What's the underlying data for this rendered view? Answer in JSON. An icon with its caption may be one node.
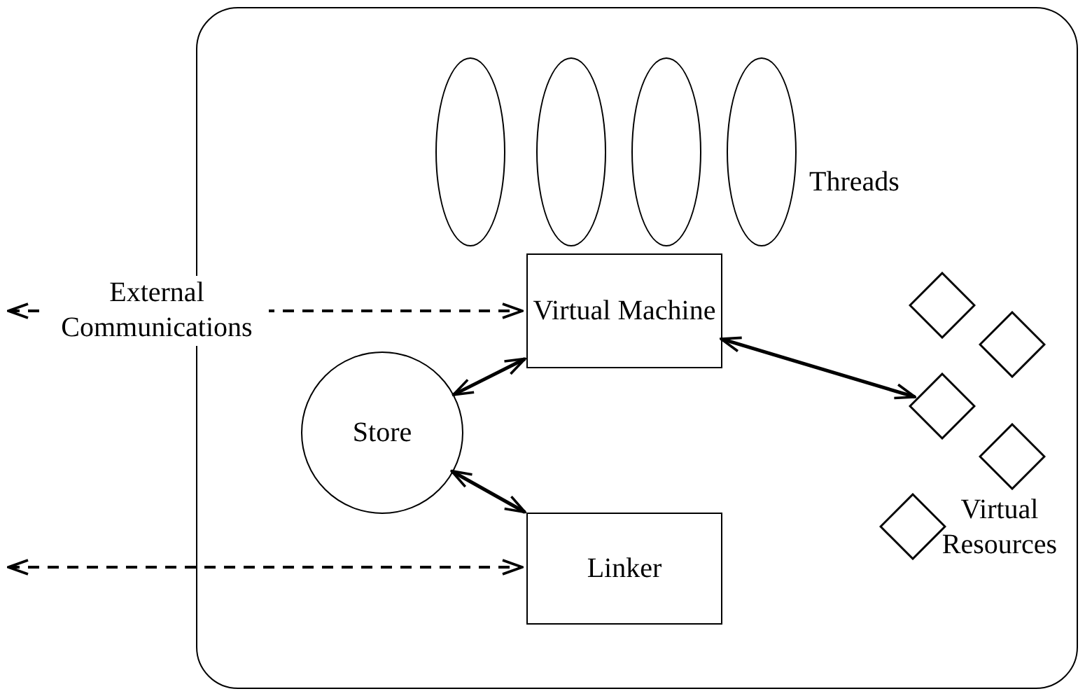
{
  "diagram": {
    "nodes": [
      {
        "text": [],
        "shape": "box"
      },
      {
        "text": [],
        "shape": "ellipse",
        "in": 0
      },
      {
        "text": [],
        "shape": "ellipse",
        "in": 0
      },
      {
        "text": [],
        "shape": "ellipse",
        "in": 0
      },
      {
        "text": [],
        "shape": "ellipse",
        "in": 0
      },
      {
        "text": [
          "Virtual Machine"
        ],
        "in": 0
      },
      {
        "text": [
          "Store"
        ],
        "in": 0
      },
      {
        "text": [
          "Linker"
        ],
        "in": 0
      },
      {
        "text": [],
        "shape": "diamond",
        "in": 0
      },
      {
        "text": [],
        "shape": "diamond",
        "in": 0
      },
      {
        "text": [],
        "shape": "diamond",
        "in": 0
      },
      {
        "text": [],
        "shape": "diamond",
        "in": 0
      },
      {
        "text": [],
        "shape": "diamond",
        "in": 0
      }
    ],
    "edges": [
      {
        "from": null,
        "to": 5,
        "arrow": "both",
        "style": "dashed",
        "label": "External Communications"
      },
      {
        "from": 5,
        "to": 6,
        "arrow": "both"
      },
      {
        "from": 5,
        "to": 10,
        "arrow": "both"
      },
      {
        "from": 6,
        "to": 7,
        "arrow": "both"
      },
      {
        "from": null,
        "to": 7,
        "arrow": "both",
        "style": "dashed"
      }
    ],
    "labels": [
      "Threads",
      "Virtual Resources"
    ]
  }
}
